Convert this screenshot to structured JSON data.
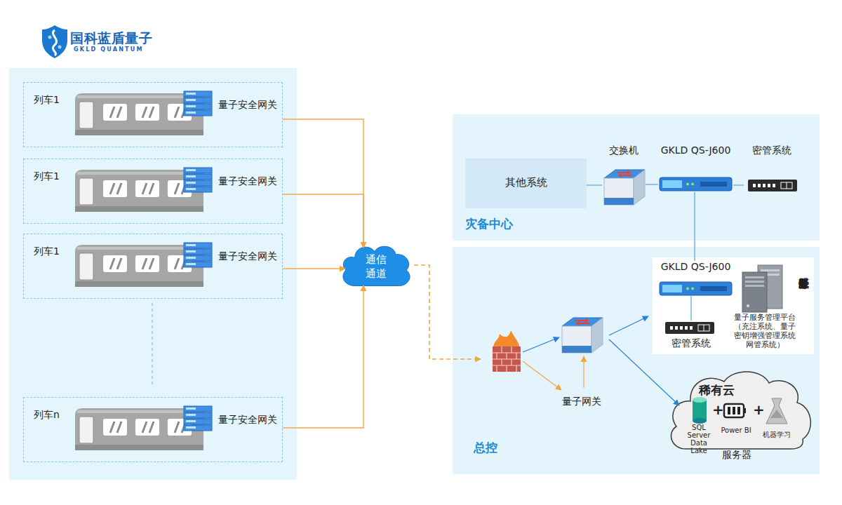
{
  "diagram": {
    "nodes": [
      {
        "text": [
          "列车1",
          "量子安全网关"
        ]
      },
      {
        "text": [
          "列车1",
          "量子安全网关"
        ]
      },
      {
        "text": [
          "列车1",
          "量子安全网关"
        ]
      },
      {
        "text": [
          "列车n",
          "量子安全网关"
        ]
      },
      {
        "text": [
          "通信通道"
        ]
      },
      {
        "text": [
          "灾备中心"
        ]
      },
      {
        "text": [
          "其他系统"
        ],
        "in": 5
      },
      {
        "text": [
          "交换机"
        ],
        "in": 5
      },
      {
        "text": [
          "GKLD QS-J600"
        ],
        "in": 5
      },
      {
        "text": [
          "密管系统"
        ],
        "in": 5
      },
      {
        "text": [
          "总控"
        ]
      },
      {
        "text": [
          "量子服务区"
        ],
        "in": 10
      },
      {
        "text": [
          "GKLD QS-J600"
        ],
        "in": 11
      },
      {
        "text": [
          "密管系统"
        ],
        "in": 11
      },
      {
        "text": [
          "量子服务管理平台",
          "（充注系统、量子密钥增强管理系统网管系统）"
        ],
        "in": 11
      },
      {
        "text": [
          "稀有云",
          "SQL Server Data Lake",
          "Power BI",
          "机器学习",
          "服务器"
        ],
        "in": 10
      }
    ],
    "edges": [
      {
        "from": 0,
        "to": 4,
        "arrow": "to"
      },
      {
        "from": 1,
        "to": 4,
        "arrow": "to"
      },
      {
        "from": 2,
        "to": 4,
        "arrow": "to"
      },
      {
        "from": 3,
        "to": 4,
        "arrow": "to"
      },
      {
        "from": 6,
        "to": 7,
        "arrow": "none"
      },
      {
        "from": 7,
        "to": 8,
        "arrow": "none"
      },
      {
        "from": 8,
        "to": 9,
        "arrow": "none"
      },
      {
        "from": 8,
        "to": 12,
        "arrow": "none"
      },
      {
        "from": 12,
        "to": 13,
        "arrow": "none"
      }
    ],
    "labels": [
      "国科蓝盾量子",
      "GKLD QUANTUM",
      "量子网关",
      "+",
      "+"
    ]
  }
}
